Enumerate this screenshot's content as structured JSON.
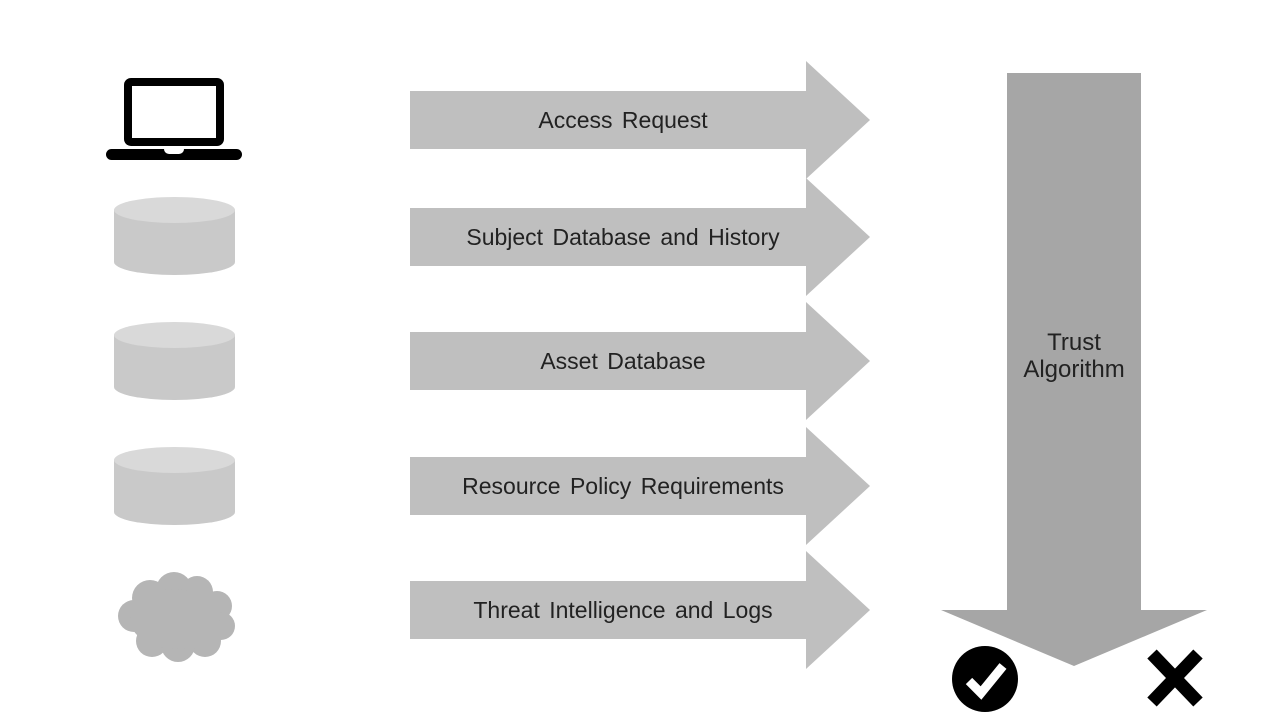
{
  "diagram": {
    "inputs": [
      {
        "label": "Access Request",
        "icon": "laptop-icon"
      },
      {
        "label": "Subject Database and History",
        "icon": "database-icon"
      },
      {
        "label": "Asset Database",
        "icon": "database-icon"
      },
      {
        "label": "Resource Policy Requirements",
        "icon": "database-icon"
      },
      {
        "label": "Threat Intelligence and Logs",
        "icon": "cloud-icon"
      }
    ],
    "trust_arrow": {
      "line1": "Trust",
      "line2": "Algorithm"
    },
    "outcome_icons": [
      "checkmark-circle-icon",
      "x-mark-icon"
    ]
  },
  "colors": {
    "background": "#ffffff",
    "input_arrow": "#bfbfbf",
    "trust_arrow": "#a6a6a6",
    "cylinder_body": "#c9c9c9",
    "cylinder_top": "#d9d9d9",
    "cloud": "#b5b5b5",
    "icon_black": "#000000",
    "label_text": "#222222"
  }
}
